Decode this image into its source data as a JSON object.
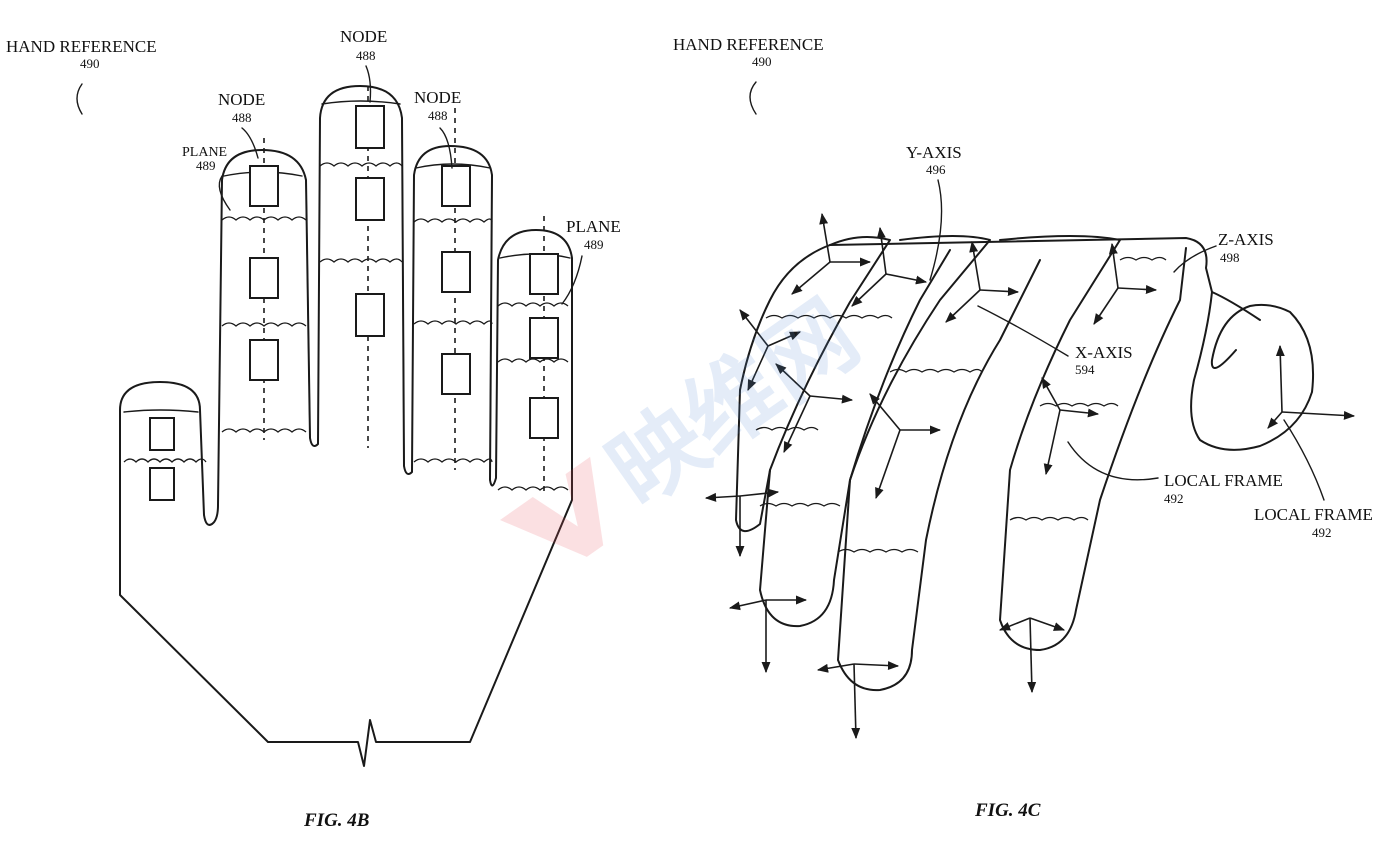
{
  "fig4b": {
    "hand_reference": "HAND REFERENCE",
    "hand_reference_num": "490",
    "node_left": "NODE",
    "node_left_num": "488",
    "node_center": "NODE",
    "node_center_num": "488",
    "node_right": "NODE",
    "node_right_num": "488",
    "plane_left": "PLANE",
    "plane_left_num": "489",
    "plane_right": "PLANE",
    "plane_right_num": "489",
    "caption": "FIG. 4B"
  },
  "fig4c": {
    "hand_reference": "HAND REFERENCE",
    "hand_reference_num": "490",
    "y_axis": "Y-AXIS",
    "y_axis_num": "496",
    "z_axis": "Z-AXIS",
    "z_axis_num": "498",
    "x_axis": "X-AXIS",
    "x_axis_num": "594",
    "local_frame_a": "LOCAL FRAME",
    "local_frame_a_num": "492",
    "local_frame_b": "LOCAL FRAME",
    "local_frame_b_num": "492",
    "caption": "FIG. 4C"
  },
  "watermark": {
    "text": "映维网",
    "color": "#5b8fd6",
    "accent": "#e8525f"
  }
}
